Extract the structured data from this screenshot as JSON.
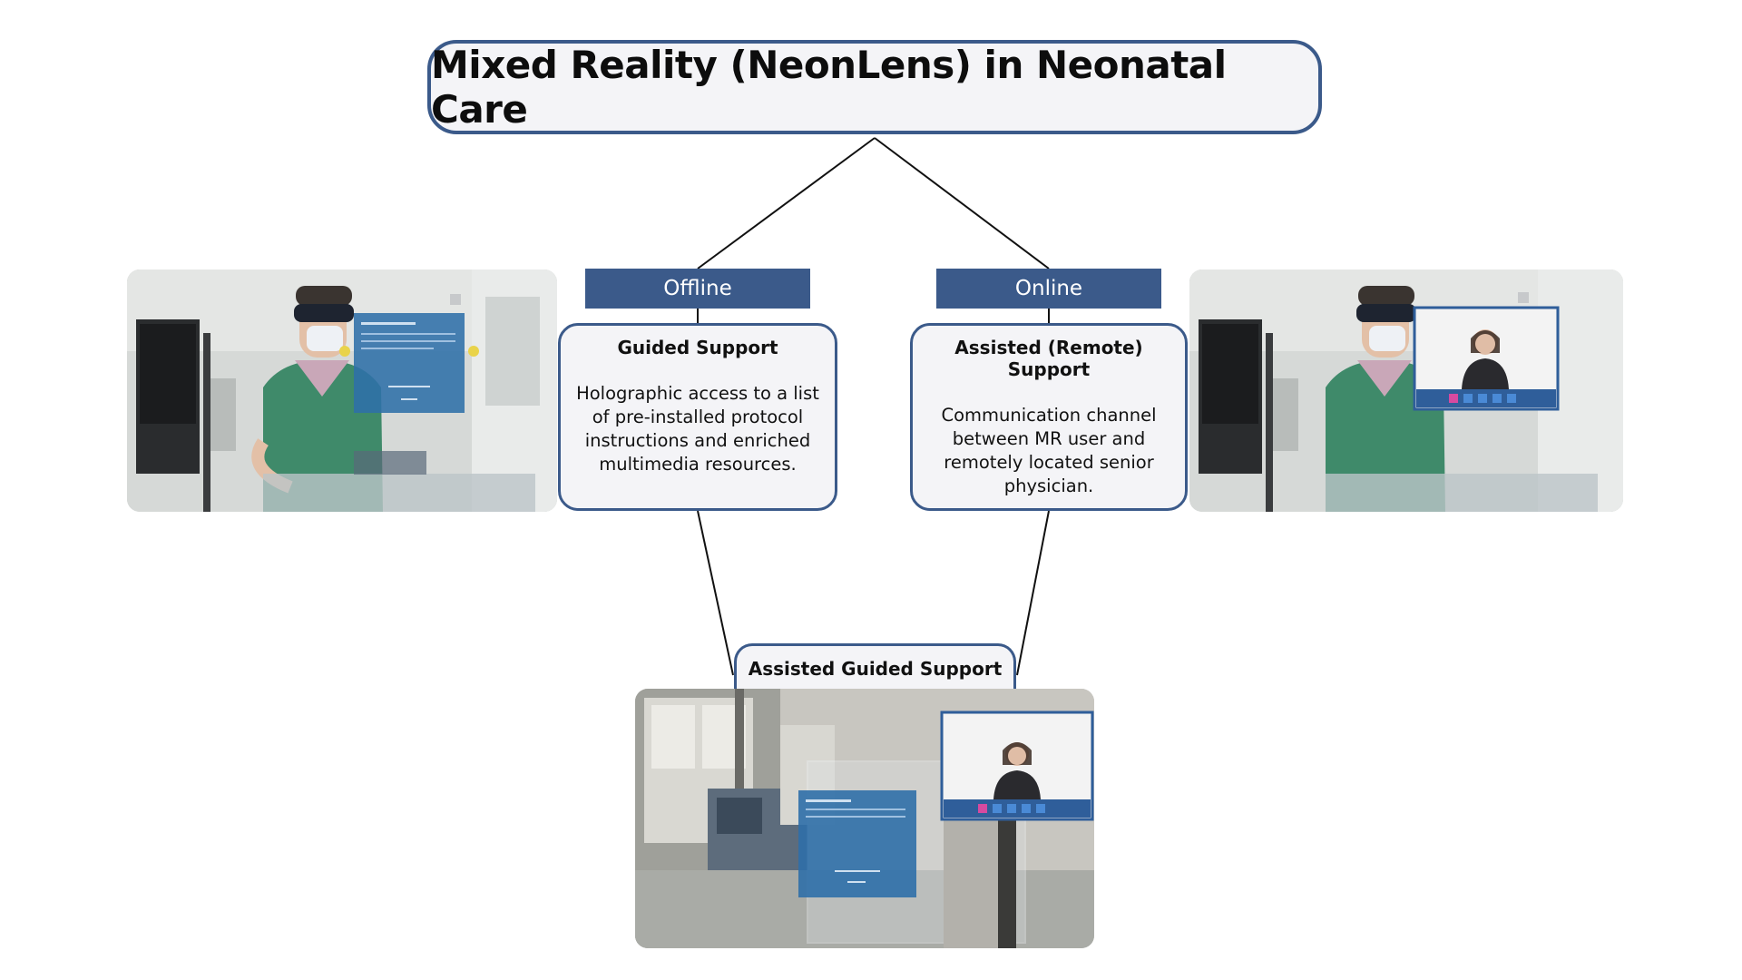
{
  "title": "Mixed Reality (NeonLens) in Neonatal Care",
  "branches": {
    "offline": {
      "tag": "Offline",
      "heading": "Guided Support",
      "description": "Holographic access to a list of pre-installed protocol instructions and enriched multimedia resources."
    },
    "online": {
      "tag": "Online",
      "heading": "Assisted (Remote) Support",
      "description": "Communication channel between MR user and remotely located senior physician."
    }
  },
  "combined": {
    "heading": "Assisted Guided Support"
  },
  "colors": {
    "accent": "#3b5a8a",
    "box_fill": "#f4f4f7",
    "connector": "#111111"
  }
}
